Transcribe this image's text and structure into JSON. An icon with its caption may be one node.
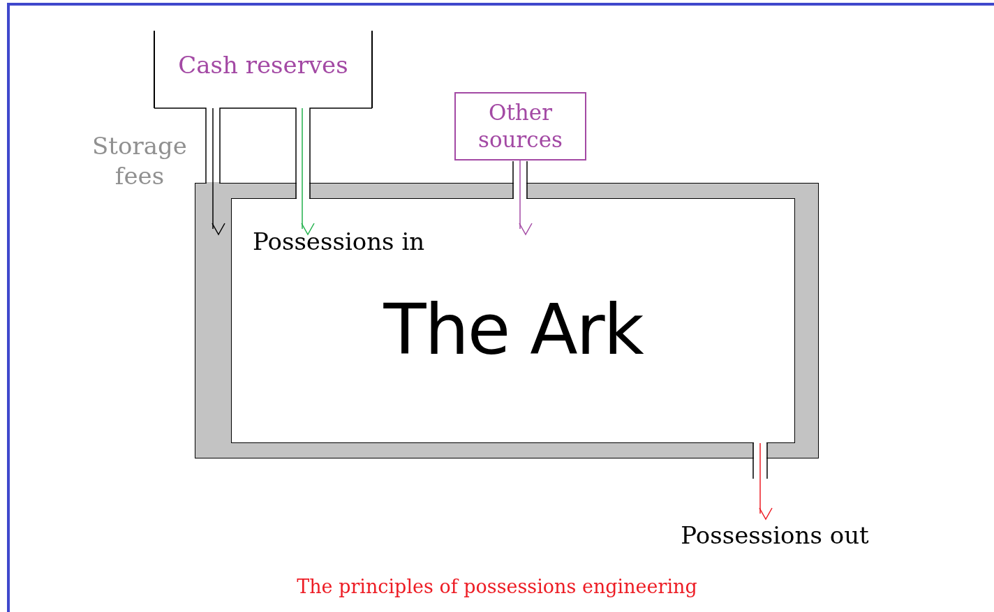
{
  "diagram": {
    "caption": "The principles of possessions engineering",
    "nodes": [
      {
        "text": [
          "Cash reserves"
        ]
      },
      {
        "text": [
          "Other sources"
        ]
      },
      {
        "text": [
          "Possessions in",
          "The Ark"
        ]
      },
      {
        "text": [
          "Possessions out"
        ]
      }
    ],
    "edges": [
      {
        "from": 0,
        "to": 2,
        "arrow": "to",
        "color": "#000000"
      },
      {
        "from": 0,
        "to": 2,
        "arrow": "to",
        "color": "#22b14c"
      },
      {
        "from": 1,
        "to": 2,
        "arrow": "to",
        "color": "#a349a4"
      },
      {
        "from": 2,
        "to": 3,
        "arrow": "to",
        "color": "#ed1c24"
      }
    ],
    "labels": [
      "Storage fees"
    ]
  }
}
